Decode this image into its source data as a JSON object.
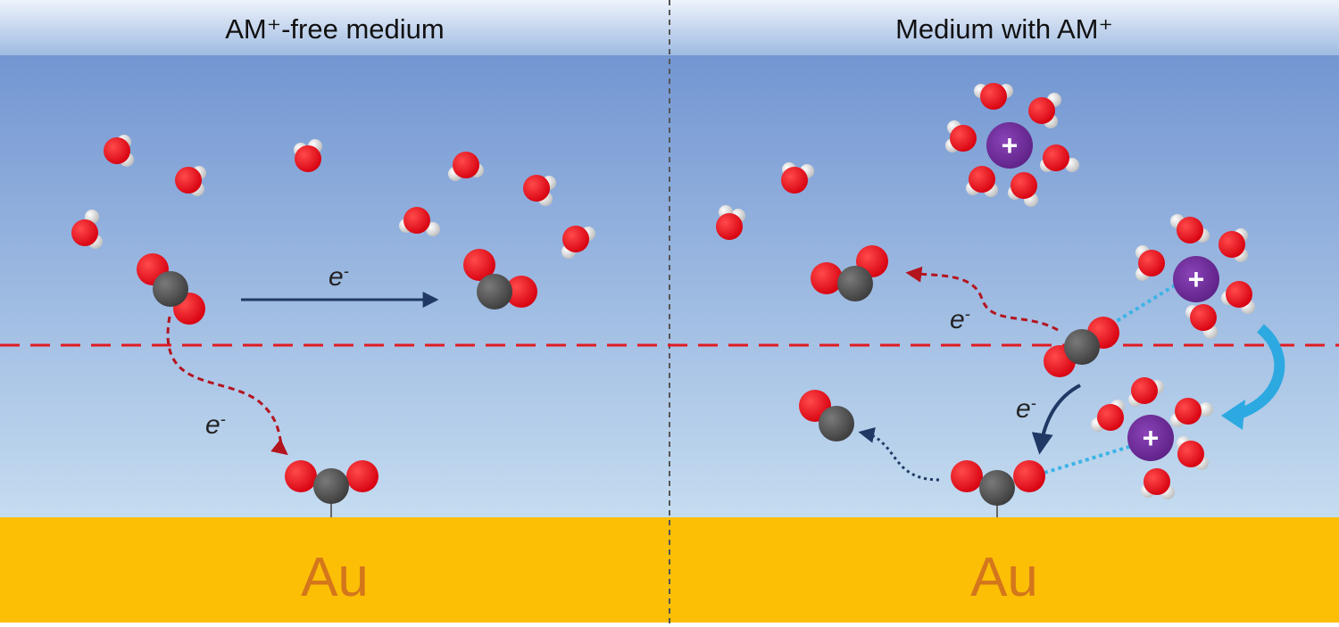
{
  "panels": [
    {
      "title": "AM⁺-free medium",
      "metal_label": "Au"
    },
    {
      "title": "Medium with AM⁺",
      "metal_label": "Au"
    }
  ],
  "electron_symbol": "e",
  "electron_charge": "-",
  "cation_symbol": "+",
  "colors": {
    "medium_top": "#7396d2",
    "medium_bottom": "#c5dcf0",
    "header_top": "#e8f0fa",
    "header_bottom": "#9fbbe2",
    "gold": "#fcbf05",
    "au_text": "#d4761c",
    "oxygen": "#e60012",
    "carbon": "#555555",
    "hydrogen": "#eeeeee",
    "cation": "#6a2c91",
    "dashed_red": "#e11b22",
    "electron_path_red": "#b4141e",
    "electron_path_navy": "#1f3864",
    "coordination_cyan": "#3cb4e6"
  }
}
